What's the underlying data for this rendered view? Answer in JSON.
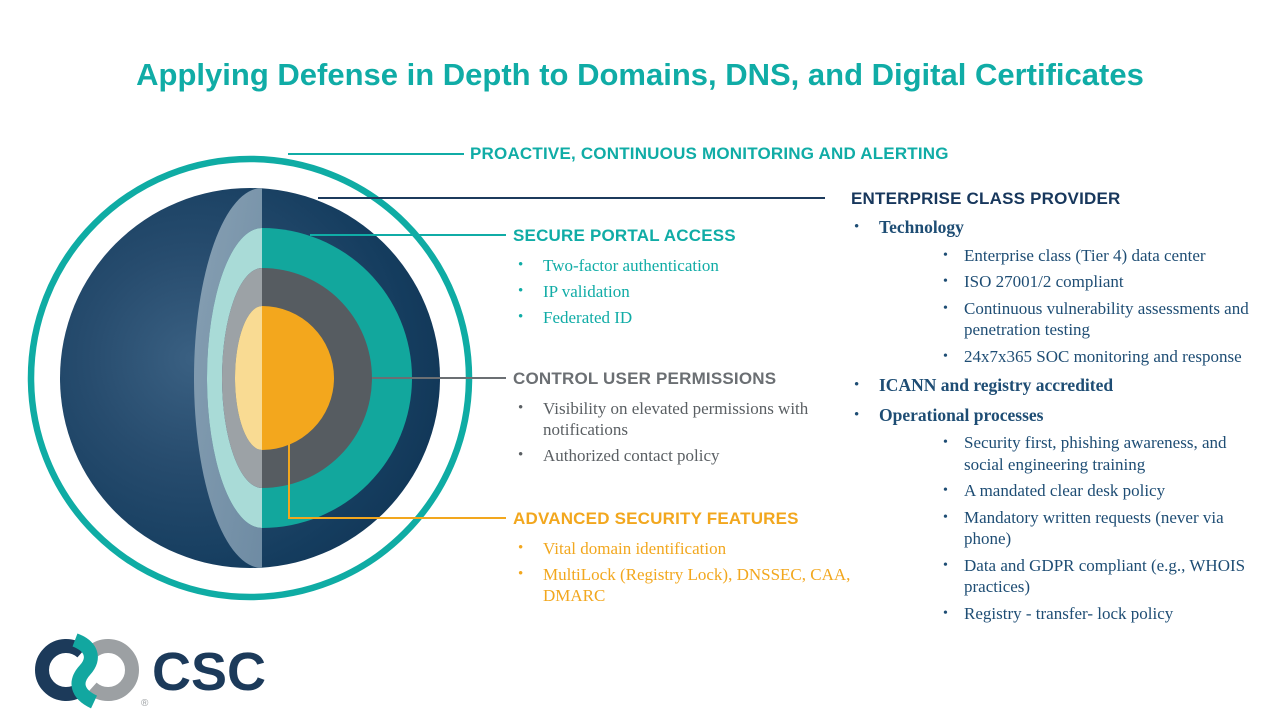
{
  "title": "Applying Defense in Depth to Domains, DNS, and Digital Certificates",
  "colors": {
    "teal": "#10ACA6",
    "navy_heading": "#17375C",
    "navy_body": "#1E4D74",
    "gray_heading": "#6B6F73",
    "gray_body": "#5A5F63",
    "orange": "#F2A71E"
  },
  "diagram": {
    "layers": [
      {
        "name": "outer ring - proactive continuous monitoring and alerting",
        "color": "#0FACA4"
      },
      {
        "name": "navy sphere - enterprise class provider",
        "color": "#123A5C"
      },
      {
        "name": "teal shell - secure portal access",
        "color": "#12A79D",
        "cut_face_color": "#A9DBD7"
      },
      {
        "name": "gray shell - control user permissions",
        "color": "#565C61",
        "cut_face_color": "#9CA2A6"
      },
      {
        "name": "orange core - advanced security features",
        "color": "#F3A71D",
        "cut_face_color": "#F9DB93"
      },
      {
        "name": "navy cut face",
        "color": "#7A93A8"
      }
    ]
  },
  "callouts": {
    "monitoring": {
      "label": "PROACTIVE, CONTINUOUS MONITORING AND ALERTING"
    },
    "secure_portal": {
      "label": "SECURE PORTAL ACCESS",
      "items": [
        "Two-factor authentication",
        "IP validation",
        "Federated ID"
      ]
    },
    "control_user": {
      "label": "CONTROL USER PERMISSIONS",
      "items": [
        "Visibility on elevated permissions with notifications",
        "Authorized contact policy"
      ]
    },
    "advanced_security": {
      "label": "ADVANCED SECURITY FEATURES",
      "items": [
        "Vital domain identification",
        "MultiLock (Registry Lock), DNSSEC, CAA, DMARC"
      ]
    }
  },
  "enterprise": {
    "label": "ENTERPRISE CLASS PROVIDER",
    "items": [
      {
        "label": "Technology",
        "children": [
          "Enterprise class (Tier 4) data center",
          "ISO 27001/2 compliant",
          "Continuous vulnerability assessments and penetration testing",
          "24x7x365 SOC monitoring and response"
        ]
      },
      {
        "label": "ICANN and registry accredited",
        "children": []
      },
      {
        "label": "Operational processes",
        "children": [
          "Security first, phishing awareness, and social engineering training",
          "A mandated clear desk policy",
          "Mandatory written requests (never via phone)",
          "Data and GDPR compliant (e.g., WHOIS practices)",
          "Registry - transfer- lock policy"
        ]
      }
    ]
  },
  "logo": {
    "text": "CSC",
    "registered": "®"
  }
}
